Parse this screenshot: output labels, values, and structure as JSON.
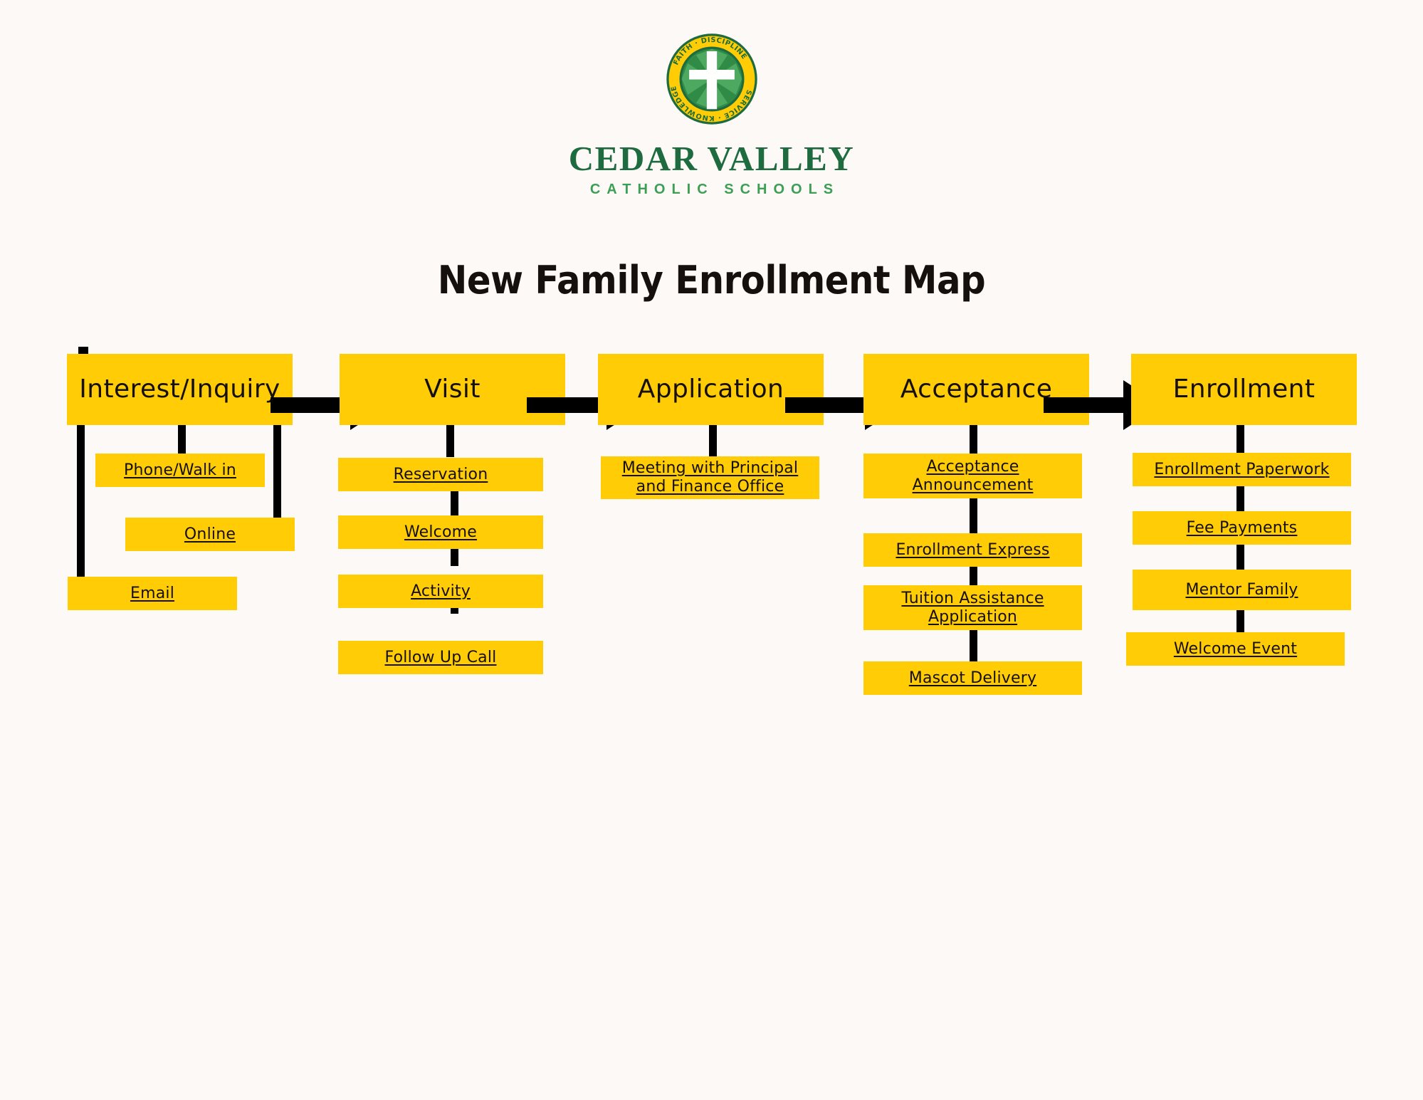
{
  "brand": {
    "seal_icon": "cedar-valley-seal-icon",
    "seal_motto": [
      "FAITH",
      "DISCIPLINE",
      "SERVICE",
      "KNOWLEDGE"
    ],
    "name_primary": "CEDAR VALLEY",
    "name_secondary": "CATHOLIC SCHOOLS",
    "colors": {
      "seal_ring": "#ffcc05",
      "seal_green_dark": "#1d6b3e",
      "seal_green_mid": "#2f8b46",
      "seal_green_light": "#4da860",
      "cross": "#ffffff",
      "wordmark_primary": "#1d6b3e",
      "wordmark_secondary": "#3d9e56"
    }
  },
  "title": "New Family Enrollment Map",
  "theme": {
    "background": "#fdf9f7",
    "box_fill": "#ffcc05",
    "ink": "#15100d",
    "connector": "#000000"
  },
  "chart_data": {
    "type": "diagram",
    "title": "New Family Enrollment Map",
    "flow_direction": "left-to-right",
    "stage_count": 5,
    "stages": [
      {
        "label": "Interest/Inquiry",
        "steps": [
          "Phone/Walk in",
          "Online",
          "Email"
        ]
      },
      {
        "label": "Visit",
        "steps": [
          "Reservation",
          "Welcome",
          "Activity",
          "Follow Up Call"
        ]
      },
      {
        "label": "Application",
        "steps": [
          "Meeting with Principal\nand Finance Office"
        ]
      },
      {
        "label": "Acceptance",
        "steps": [
          "Acceptance\nAnnouncement",
          "Enrollment Express",
          "Tuition Assistance\nApplication",
          "Mascot Delivery"
        ]
      },
      {
        "label": "Enrollment",
        "steps": [
          "Enrollment Paperwork",
          "Fee Payments",
          "Mentor Family",
          "Welcome Event"
        ]
      }
    ],
    "arrows": [
      {
        "from": "Interest/Inquiry",
        "to": "Visit"
      },
      {
        "from": "Visit",
        "to": "Application"
      },
      {
        "from": "Application",
        "to": "Acceptance"
      },
      {
        "from": "Acceptance",
        "to": "Enrollment"
      }
    ]
  },
  "stages": {
    "s1": {
      "label": "Interest/Inquiry",
      "steps": {
        "a": "Phone/Walk in",
        "b": "Online",
        "c": "Email"
      }
    },
    "s2": {
      "label": "Visit",
      "steps": {
        "a": "Reservation",
        "b": "Welcome",
        "c": "Activity",
        "d": "Follow Up Call"
      }
    },
    "s3": {
      "label": "Application",
      "steps": {
        "a": "Meeting with Principal\nand Finance Office"
      }
    },
    "s4": {
      "label": "Acceptance",
      "steps": {
        "a": "Acceptance\nAnnouncement",
        "b": "Enrollment Express",
        "c": "Tuition Assistance\nApplication",
        "d": "Mascot Delivery"
      }
    },
    "s5": {
      "label": "Enrollment",
      "steps": {
        "a": "Enrollment Paperwork",
        "b": "Fee Payments",
        "c": "Mentor Family",
        "d": "Welcome Event"
      }
    }
  }
}
